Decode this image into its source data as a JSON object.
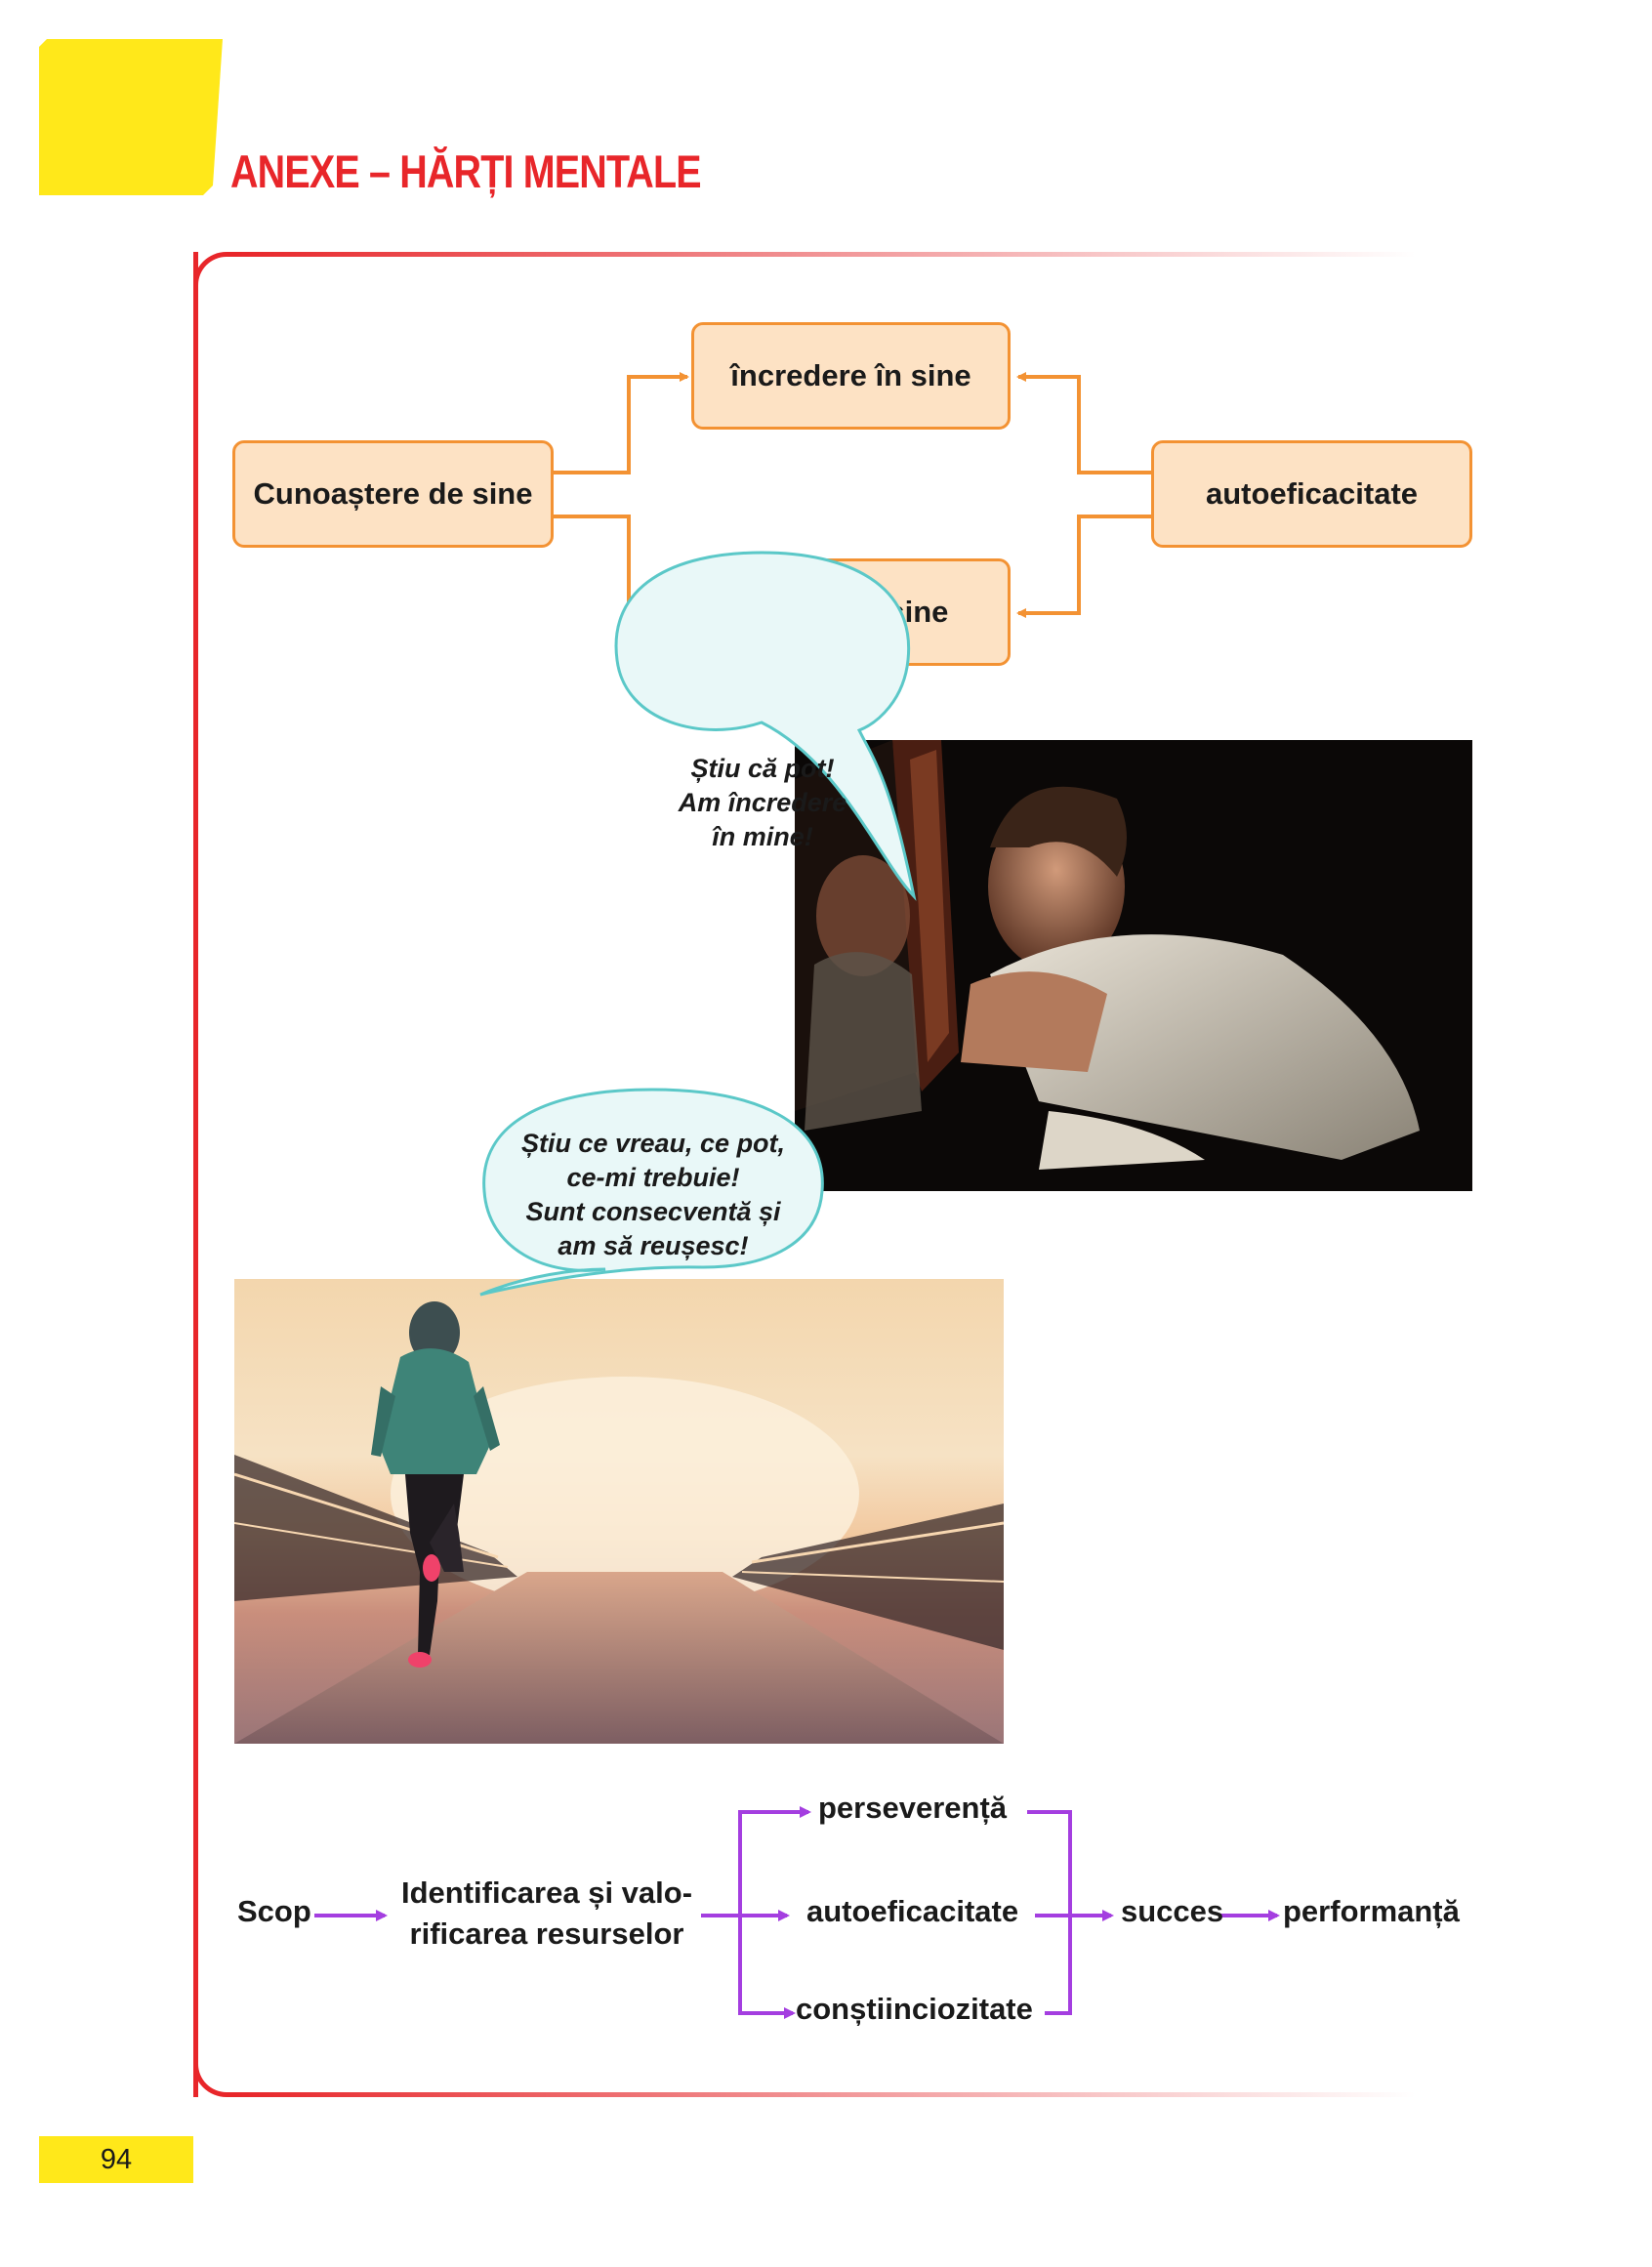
{
  "header": {
    "title": "ANEXE – HĂRȚI MENTALE"
  },
  "mind_map_1": {
    "left_box": "Cunoaștere de sine",
    "top_box": "încredere în sine",
    "bottom_box": "Stimă de sine",
    "right_box": "autoeficacitate",
    "accent_color": "#f39233",
    "box_fill": "#fde2c4"
  },
  "speech_bubbles": {
    "mirror": [
      "Știu că pot!",
      "Am încredere",
      "în mine!"
    ],
    "runner": [
      "Știu ce vreau, ce pot,",
      "ce-mi trebuie!",
      "Sunt consecventă și",
      "am să reușesc!"
    ],
    "border_color": "#5bc8c8",
    "fill_color": "#e9f8f8"
  },
  "mind_map_2": {
    "start": "Scop",
    "resources": [
      "Identificarea și valo-",
      "rificarea resurselor"
    ],
    "branches": [
      "perseverență",
      "autoeficacitate",
      "conștiinciozitate"
    ],
    "result_1": "succes",
    "result_2": "performanță",
    "accent_color": "#a43ee0"
  },
  "footer": {
    "page_number": "94"
  }
}
